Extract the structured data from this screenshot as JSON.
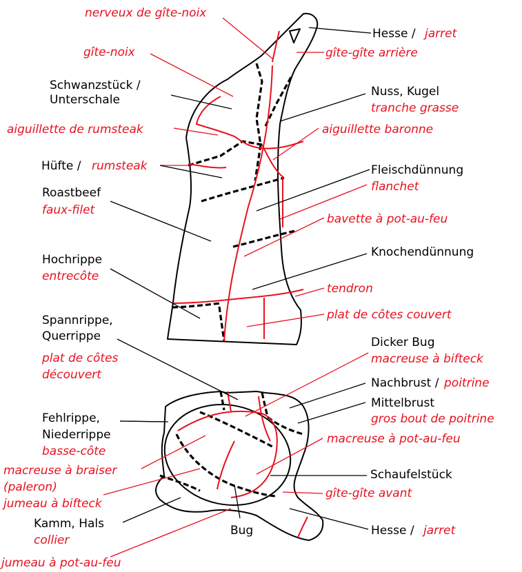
{
  "labels": {
    "nerveux": "nerveux de gîte-noix",
    "hesse_top_de": "Hesse /",
    "hesse_top_fr": "jarret",
    "gite_noix": "gîte-noix",
    "gite_gite_arriere": "gîte-gîte arrière",
    "schwanz_1": "Schwanzstück /",
    "schwanz_2": "Unterschale",
    "nuss": "Nuss, Kugel",
    "tranche": "tranche grasse",
    "aig_rumsteak": "aiguillette de rumsteak",
    "aig_baronne": "aiguillette baronne",
    "huefte_de": "Hüfte /",
    "huefte_fr": "rumsteak",
    "fleisch": "Fleischdünnung",
    "flanchet": "flanchet",
    "roastbeef": "Roastbeef",
    "faux_filet": "faux-filet",
    "bavette": "bavette à pot-au-feu",
    "knochen": "Knochendünnung",
    "hochrippe": "Hochrippe",
    "entrecote": "entrecôte",
    "tendron": "tendron",
    "plat_couvert": "plat de côtes couvert",
    "spann_1": "Spannrippe,",
    "spann_2": "Querrippe",
    "plat_decouvert_1": "plat de côtes",
    "plat_decouvert_2": "découvert",
    "dicker_bug": "Dicker Bug",
    "macreuse_bifteck": "macreuse à bifteck",
    "nachbrust_de": "Nachbrust /",
    "nachbrust_fr": "poitrine",
    "mittelbrust": "Mittelbrust",
    "gros_bout": "gros bout de poitrine",
    "fehl_1": "Fehlrippe,",
    "fehl_2": "Niederrippe",
    "basse_cote": "basse-côte",
    "macreuse_pot": "macreuse à pot-au-feu",
    "macreuse_braiser": "macreuse à braiser",
    "paleron": "(paleron)",
    "schaufel": "Schaufelstück",
    "jumeau_bifteck": "jumeau à bifteck",
    "gite_gite_avant": "gîte-gîte avant",
    "kamm": "Kamm, Hals",
    "bug": "Bug",
    "hesse_bot_de": "Hesse /",
    "hesse_bot_fr": "jarret",
    "collier": "collier",
    "jumeau_pot": "jumeau à pot-au-feu"
  },
  "colors": {
    "german": "#000000",
    "french": "#e8101e"
  }
}
